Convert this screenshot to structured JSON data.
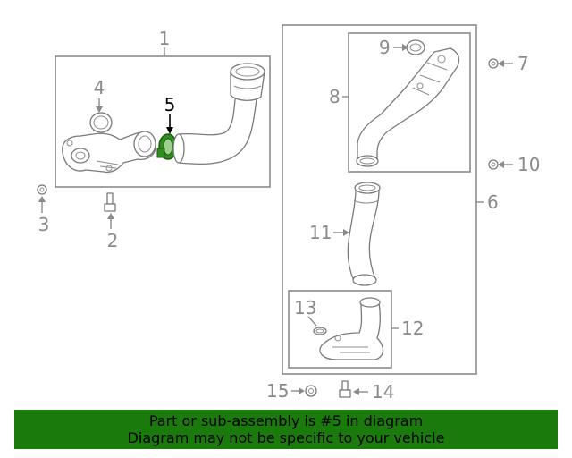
{
  "callouts": {
    "c1": "1",
    "c2": "2",
    "c3": "3",
    "c4": "4",
    "c5": "5",
    "c6": "6",
    "c7": "7",
    "c8": "8",
    "c9": "9",
    "c10": "10",
    "c11": "11",
    "c12": "12",
    "c13": "13",
    "c14": "14",
    "c15": "15"
  },
  "highlight": {
    "part": "5",
    "color": "#1a7a0c"
  },
  "colors": {
    "line": "#8a8a8a",
    "banner": "#1a7a0c",
    "highlight_part": "#2f8f1c"
  },
  "banner": {
    "line1": "Part or sub-assembly is #5 in diagram",
    "line2": "Diagram may not be specific to your vehicle"
  }
}
